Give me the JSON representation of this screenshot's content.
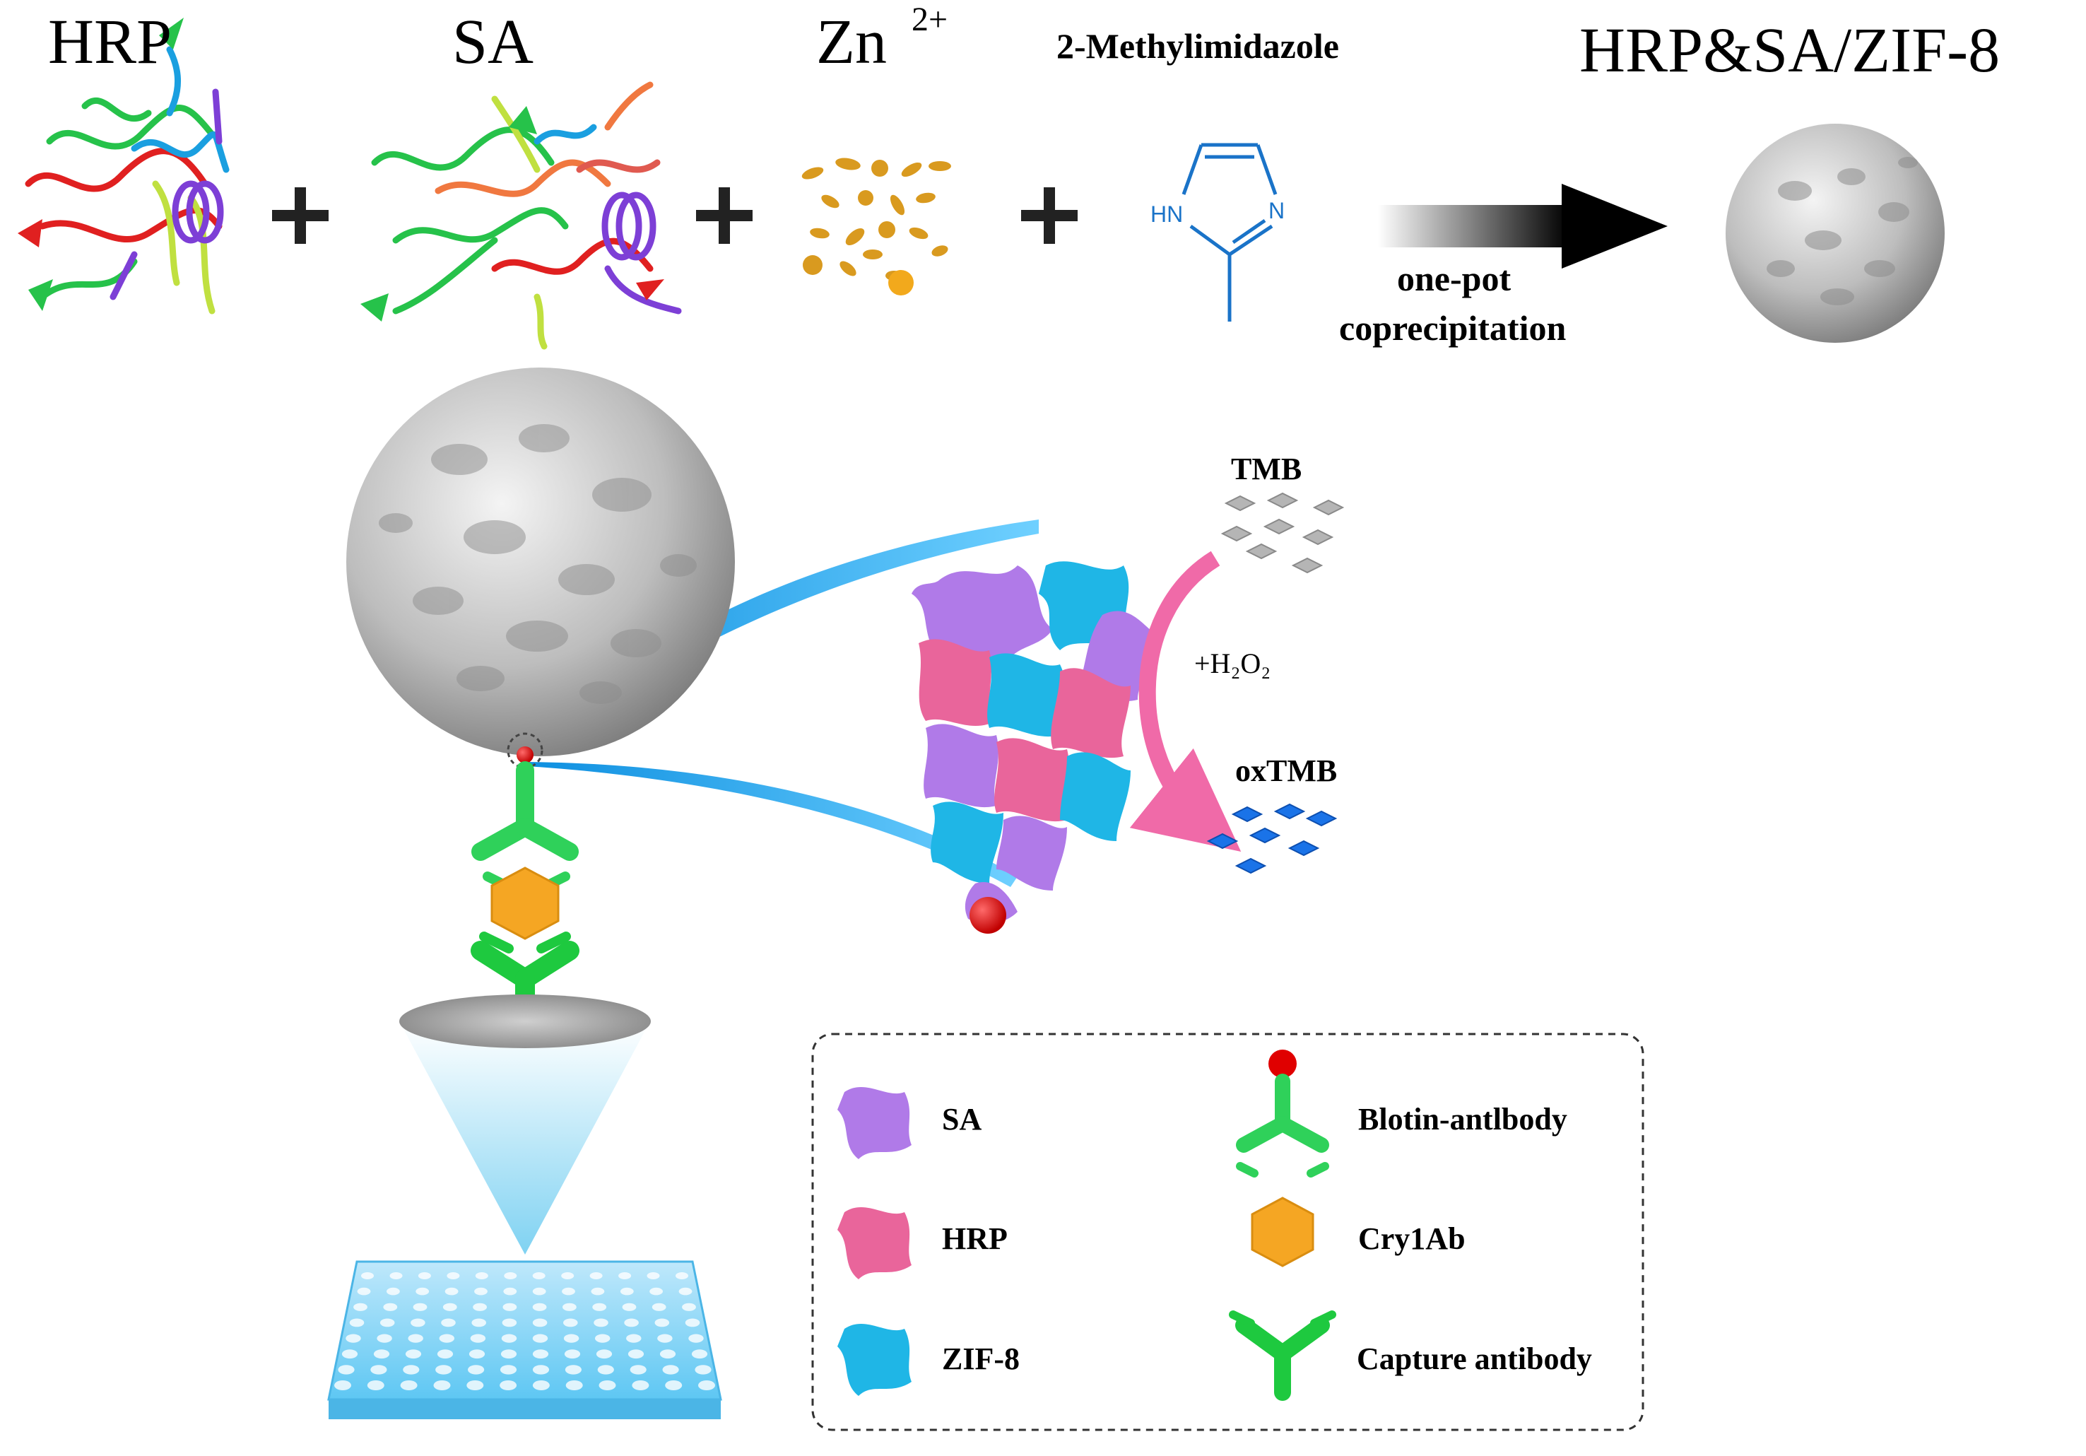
{
  "top_row": {
    "hrp_label": "HRP",
    "sa_label": "SA",
    "zn_label": "Zn",
    "zn_charge": "2+",
    "methylimidazole_label": "2-Methylimidazole",
    "ring_n_left": "HN",
    "ring_n_right": "N",
    "plus_sign": "+",
    "arrow_line1": "one-pot",
    "arrow_line2": "coprecipitation",
    "product_label": "HRP&SA/ZIF-8"
  },
  "reaction": {
    "substrate": "TMB",
    "reagent": "+H₂O₂",
    "product": "oxTMB"
  },
  "legend": {
    "items": [
      {
        "label": "SA",
        "icon": "purple-blob-icon"
      },
      {
        "label": "Blotin-antlbody",
        "icon": "biotin-antibody-icon"
      },
      {
        "label": "HRP",
        "icon": "pink-blob-icon"
      },
      {
        "label": "Cry1Ab",
        "icon": "orange-hexagon-icon"
      },
      {
        "label": "ZIF-8",
        "icon": "blue-blob-icon"
      },
      {
        "label": "Capture antibody",
        "icon": "capture-antibody-icon"
      }
    ]
  },
  "colors": {
    "sa": "#b07ae8",
    "hrp": "#e9659b",
    "zif8": "#1fb6e6",
    "antigen": "#f5a623",
    "antibody": "#2fd15a",
    "biotin": "#e00000",
    "oxtmb": "#1a73e8",
    "tmb": "#a8a8a8"
  }
}
